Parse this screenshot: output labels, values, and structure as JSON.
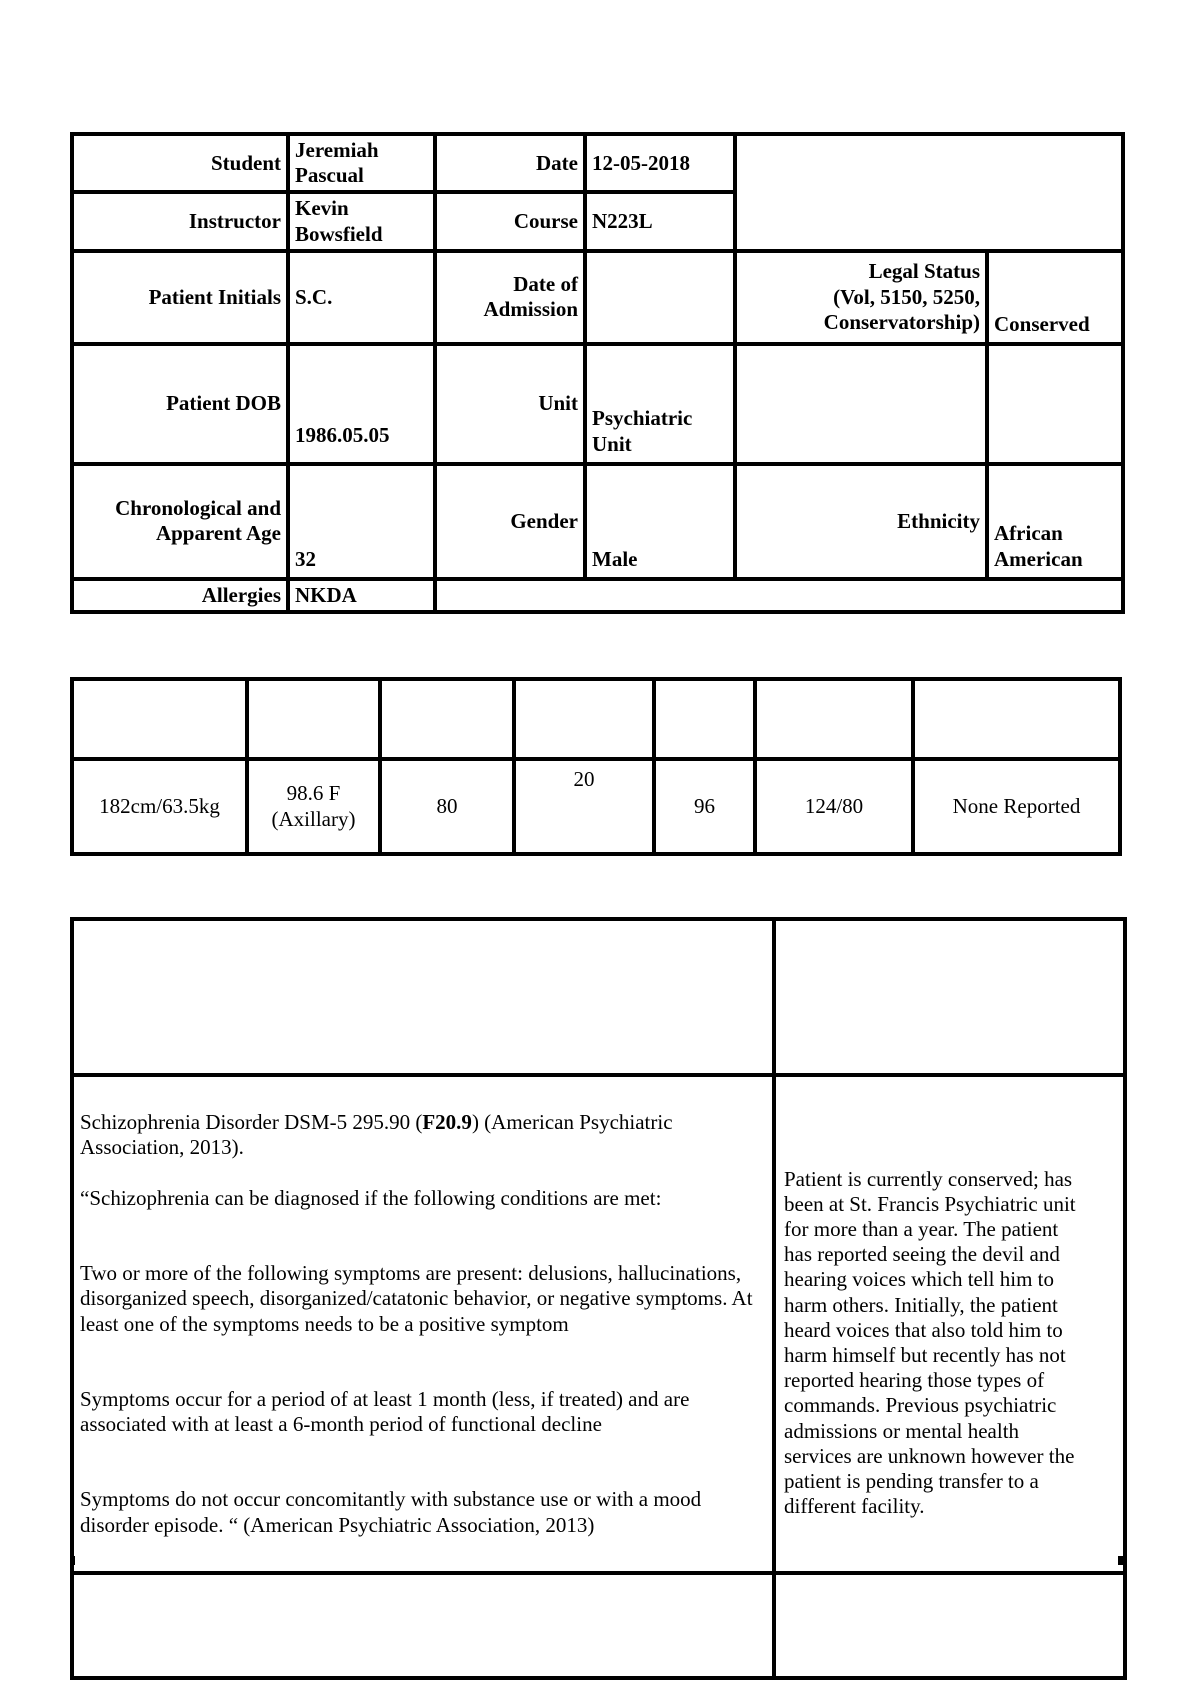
{
  "header_table": {
    "student": {
      "label": "Student",
      "value": "Jeremiah Pascual"
    },
    "date": {
      "label": "Date",
      "value": "12-05-2018"
    },
    "instructor": {
      "label": "Instructor",
      "value": "Kevin Bowsfield"
    },
    "course": {
      "label": "Course",
      "value": "N223L"
    },
    "patient_initials": {
      "label": "Patient Initials",
      "value": "S.C."
    },
    "date_of_admission": {
      "label": "Date of Admission",
      "value": ""
    },
    "legal_status": {
      "label": [
        "Legal Status",
        "(Vol, 5150, 5250,",
        "Conservatorship)"
      ],
      "value": "Conserved"
    },
    "patient_dob": {
      "label": "Patient DOB",
      "value": "1986.05.05"
    },
    "unit": {
      "label": "Unit",
      "value": "Psychiatric Unit"
    },
    "age": {
      "label": "Chronological and Apparent Age",
      "value": "32"
    },
    "gender": {
      "label": "Gender",
      "value": "Male"
    },
    "ethnicity": {
      "label": "Ethnicity",
      "value": "African American"
    },
    "allergies": {
      "label": "Allergies",
      "value": "NKDA"
    }
  },
  "vitals_table": {
    "col1": "182cm/63.5kg",
    "col2": [
      "98.6 F",
      "(Axillary)"
    ],
    "col3": "80",
    "col4": "20",
    "col5": "96",
    "col6": "124/80",
    "col7": "None Reported"
  },
  "diagnosis_table": {
    "dsm": {
      "p1_prefix": "Schizophrenia Disorder DSM-5 295.90 (",
      "p1_bold": "F20.9",
      "p1_suffix": ") (American Psychiatric Association, 2013).",
      "p2": "“Schizophrenia can be diagnosed if the following conditions are met:",
      "p3": "Two or more of the following symptoms are present: delusions, hallucinations, disorganized speech, disorganized/catatonic behavior, or negative symptoms. At least one of the symptoms needs to be a positive symptom",
      "p4": "Symptoms occur for a period of at least 1 month (less, if treated) and are associated with at least a 6-month period of functional decline",
      "p5": "Symptoms do not occur concomitantly with substance use or with a mood disorder episode. “ (American Psychiatric Association, 2013)"
    },
    "status": "Patient is currently conserved; has been at St. Francis Psychiatric unit for more than a year. The patient has reported seeing the devil and hearing voices which tell him to harm others. Initially, the patient heard voices that also told him to harm himself but recently has not reported hearing those types of commands. Previous psychiatric admissions or mental health services are unknown however the patient is pending transfer to a different facility."
  }
}
